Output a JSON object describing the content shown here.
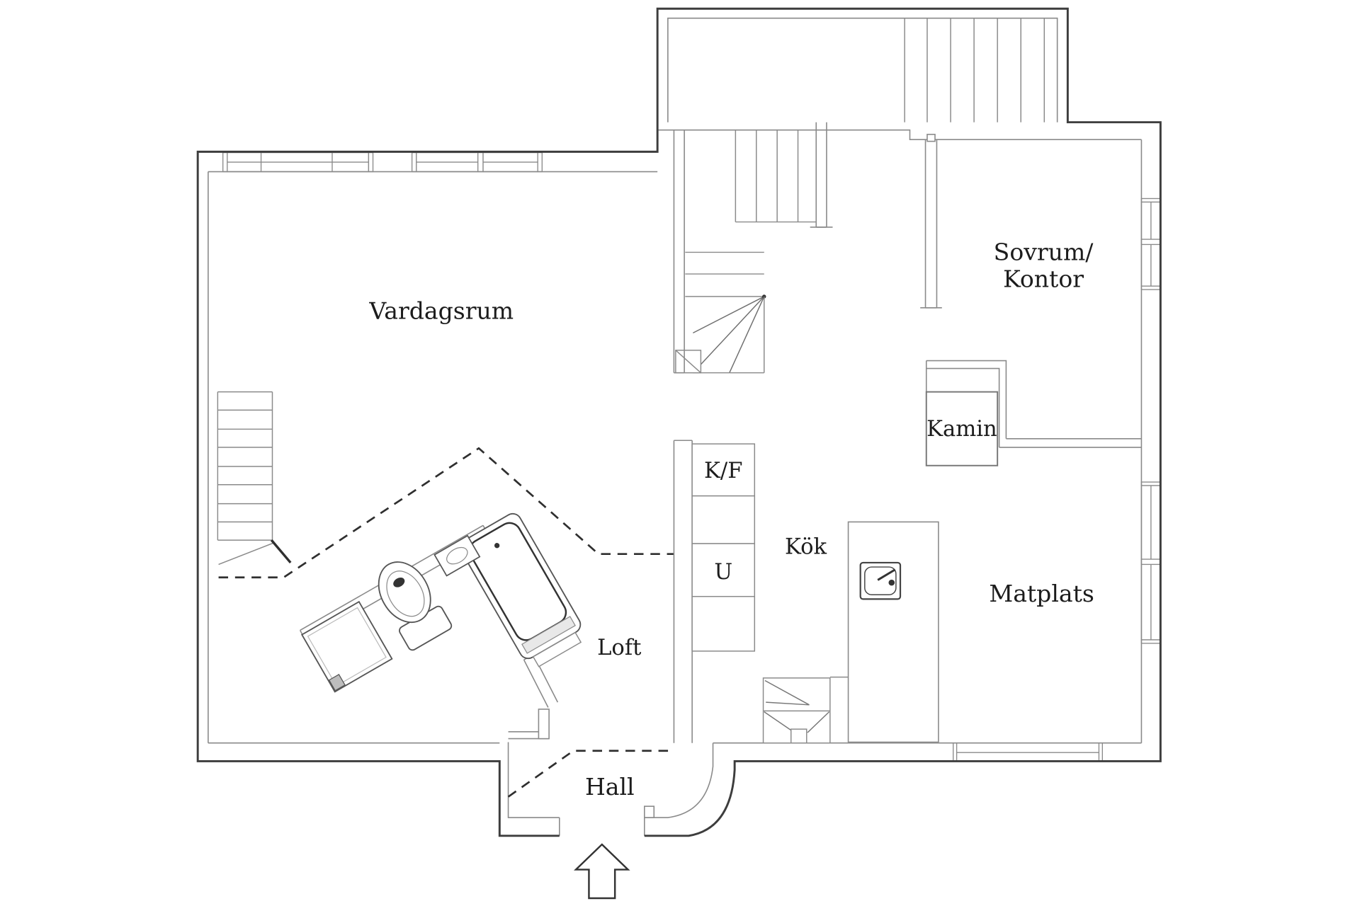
{
  "plan": {
    "title": "floor-plan",
    "background": "#ffffff",
    "colors": {
      "outer_wall": "#3d3d3d",
      "inner_wall": "#8a8a8a",
      "fixture": "#555555",
      "dashed_boundary": "#2f2f2f",
      "text": "#1c1c1c"
    },
    "rooms": {
      "vardagsrum": {
        "label": "Vardagsrum"
      },
      "sovrum_kontor": {
        "label_line1": "Sovrum/",
        "label_line2": "Kontor"
      },
      "kamin": {
        "label": "Kamin"
      },
      "kf": {
        "label": "K/F"
      },
      "u": {
        "label": "U"
      },
      "kok": {
        "label": "Kök"
      },
      "matplats": {
        "label": "Matplats"
      },
      "loft": {
        "label": "Loft"
      },
      "hall": {
        "label": "Hall"
      }
    },
    "icons": [
      "entry-arrow-icon",
      "kitchen-sink-icon",
      "stove-icon",
      "bathtub-icon",
      "toilet-icon",
      "shower-icon",
      "lavatory-icon",
      "fireplace-icon",
      "interior-stairs-icon",
      "winder-stairs-icon",
      "deck-stairs-icon"
    ]
  }
}
